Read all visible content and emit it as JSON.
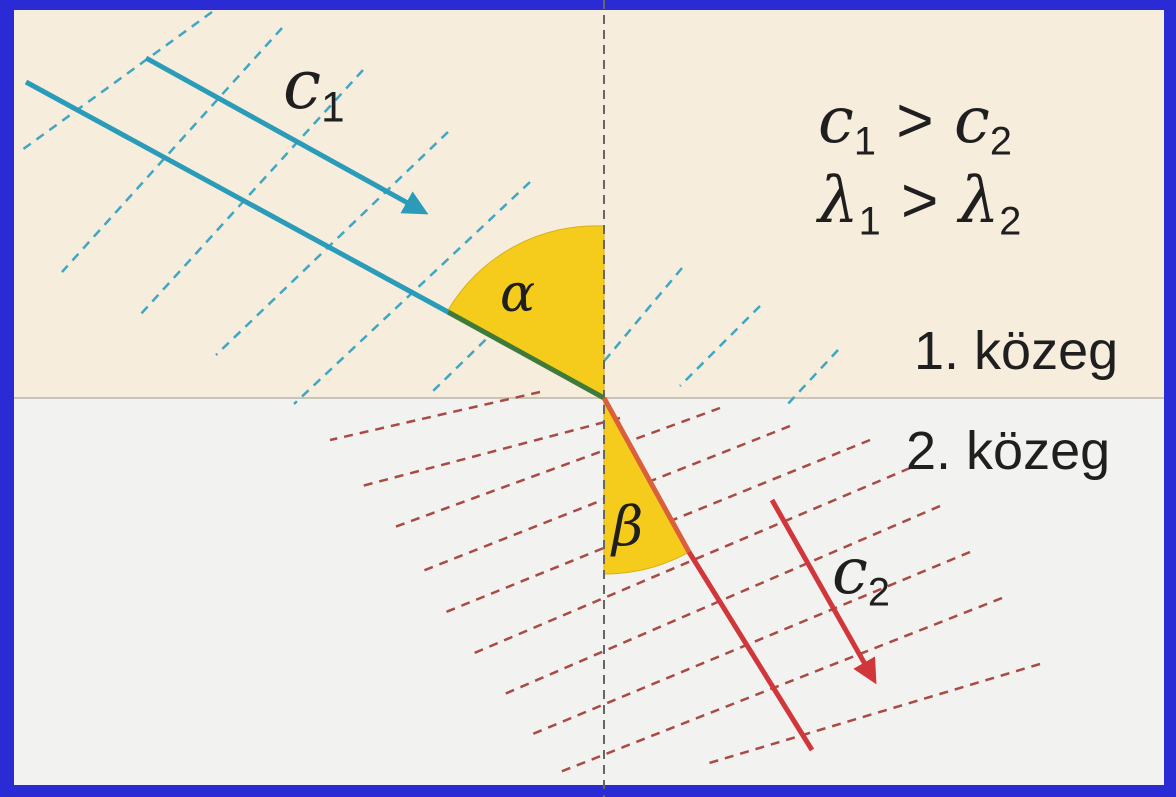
{
  "labels": {
    "c1_symbol": "c",
    "c1_sub": "1",
    "c2_symbol": "c",
    "c2_sub": "2",
    "alpha": "α",
    "beta": "β",
    "relation1": {
      "left": "c",
      "left_sub": "1",
      "op": ">",
      "right": "c",
      "right_sub": "2"
    },
    "relation2": {
      "left": "λ",
      "left_sub": "1",
      "op": ">",
      "right": "λ",
      "right_sub": "2"
    },
    "medium1": "1. közeg",
    "medium2": "2. közeg"
  },
  "colors": {
    "background": "#2b2bd6",
    "medium1": "#f6eddc",
    "medium2": "#f2f2f0",
    "incident_ray": "#2a9bb8",
    "refracted_ray": "#d1373a",
    "angle_fill": "#f5cc1c",
    "wavefront1": "#3fa6c4",
    "wavefront2": "#a94a44",
    "normal": "#666666"
  }
}
